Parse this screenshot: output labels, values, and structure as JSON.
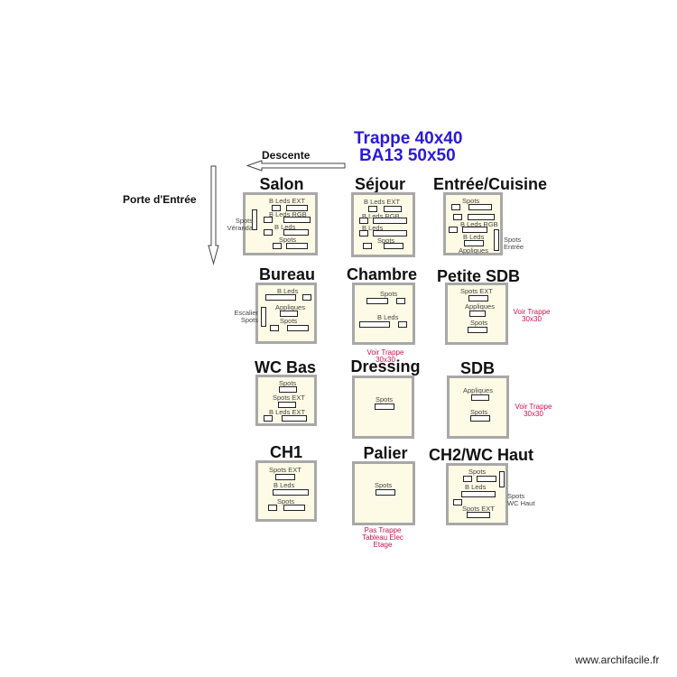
{
  "header": {
    "trappe": "Trappe 40x40",
    "ba13": "BA13 50x50",
    "descente": "Descente",
    "porte_entree": "Porte d'Entrée"
  },
  "rooms": {
    "salon": {
      "title": "Salon",
      "labels": [
        "B Leds EXT",
        "B Leds RGB",
        "B Leds",
        "Spots"
      ],
      "values": [
        "?",
        "?",
        "?",
        "?",
        "?",
        "?",
        "?",
        "?",
        "?",
        "?"
      ],
      "side_label": "Spots\nVéranda"
    },
    "sejour": {
      "title": "Séjour",
      "labels": [
        "B Leds EXT",
        "B Leds RGB",
        "B Leds",
        "Spots"
      ]
    },
    "entree_cuisine": {
      "title": "Entrée/Cuisine",
      "labels": [
        "Spots",
        "B Leds RGB",
        "B Leds",
        "Appliques"
      ],
      "side_label": "Spots\nEntrée"
    },
    "bureau": {
      "title": "Bureau",
      "labels": [
        "B Leds",
        "Appliques",
        "Spots"
      ],
      "side_label": "Escalier\nSpots"
    },
    "chambre": {
      "title": "Chambre",
      "labels": [
        "Spots",
        "B Leds"
      ],
      "note": "Voir Trappe\n30x30"
    },
    "petite_sdb": {
      "title": "Petite SDB",
      "labels": [
        "Spots EXT",
        "Appliques",
        "Spots"
      ],
      "note": "Voir Trappe\n30x30"
    },
    "wc_bas": {
      "title": "WC Bas",
      "labels": [
        "Spots",
        "Spots EXT",
        "B Leds EXT"
      ]
    },
    "dressing": {
      "title": "Dressing",
      "labels": [
        "Spots"
      ]
    },
    "sdb": {
      "title": "SDB",
      "labels": [
        "Appliques",
        "Spots"
      ],
      "note": "Voir Trappe\n30x30"
    },
    "ch1": {
      "title": "CH1",
      "labels": [
        "Spots EXT",
        "B Leds",
        "Spots"
      ]
    },
    "palier": {
      "title": "Palier",
      "labels": [
        "Spots"
      ],
      "note": "Pas Trappe\nTableau Elec\nEtage"
    },
    "ch2_wc_haut": {
      "title": "CH2/WC Haut",
      "labels": [
        "Spots",
        "B Leds",
        "Spots EXT"
      ],
      "side_label": "Spots\nWC Haut"
    }
  },
  "footer": {
    "watermark": "www.archifacile.fr"
  }
}
